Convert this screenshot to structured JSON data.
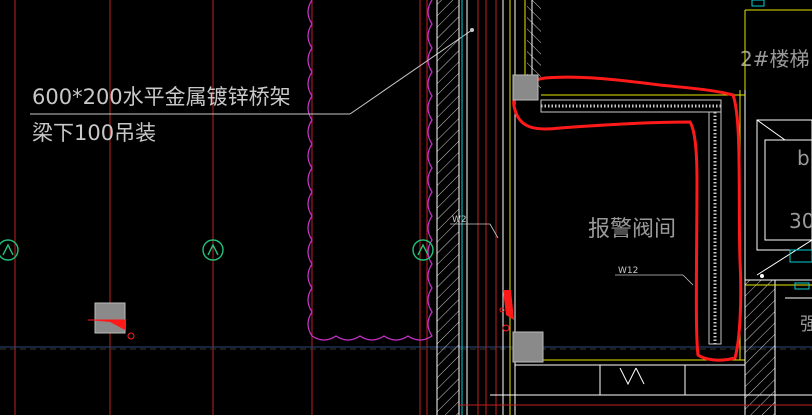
{
  "drawing": {
    "annotation": {
      "line1": "600*200水平金属镀锌桥架",
      "line2": "梁下100吊装"
    },
    "room_label": "报警阀间",
    "stair_label": "2#楼梯",
    "tag_w2": "W2",
    "tag_w12": "W12",
    "partial_b": "b",
    "partial_30": "30",
    "partial_right_char": "强"
  },
  "colors": {
    "background": "#000000",
    "text": "#c8c8c8",
    "red_grid": "#c02020",
    "cloud": "#cc33cc",
    "wall": "#ffffff",
    "yellow": "#e6e600",
    "cyan": "#00d0d0",
    "highlight": "#ff1a1a",
    "green_grid": "#23c07a"
  }
}
